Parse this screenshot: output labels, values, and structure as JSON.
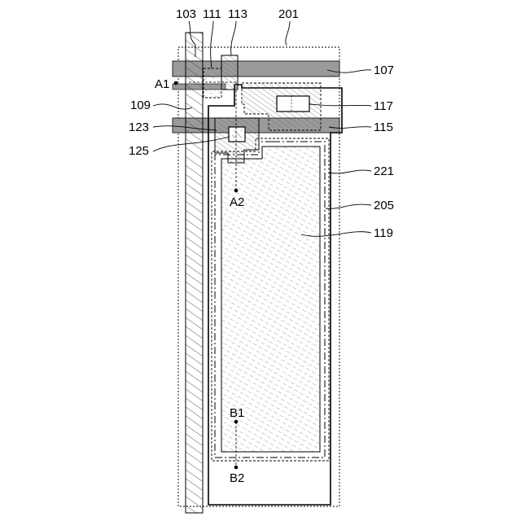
{
  "figure": {
    "labels": {
      "l103": "103",
      "l111": "111",
      "l113": "113",
      "l201": "201",
      "l107": "107",
      "lA1": "A1",
      "l109": "109",
      "l117": "117",
      "l123": "123",
      "l115": "115",
      "l125": "125",
      "l221": "221",
      "lA2": "A2",
      "l205": "205",
      "l119": "119",
      "lB1": "B1",
      "lB2": "B2"
    },
    "colors": {
      "ink": "#000000",
      "band_fill": "#9a9a9a",
      "hatch": "#555555",
      "background": "#ffffff"
    }
  }
}
